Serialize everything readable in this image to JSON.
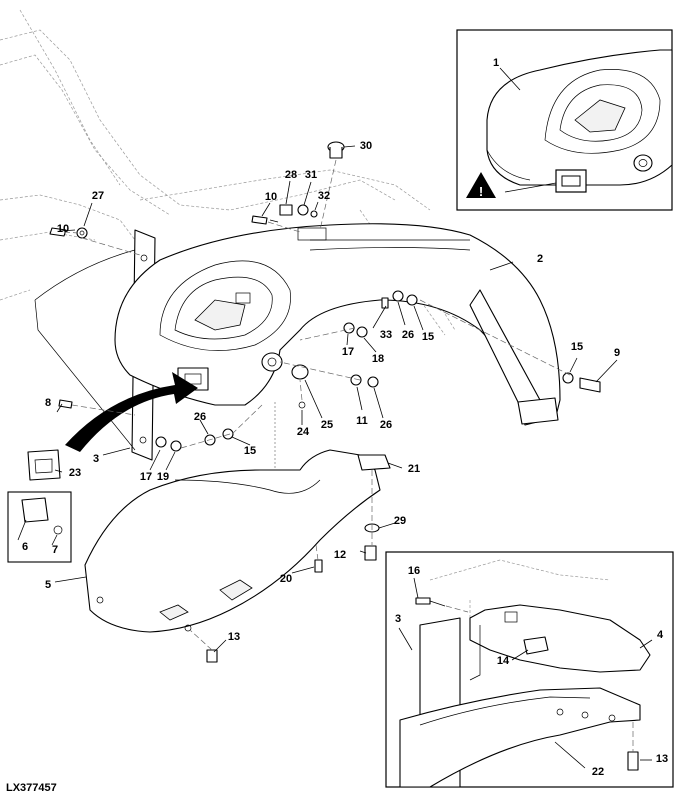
{
  "figure_code": "LX377457",
  "warning_symbol": "!",
  "callouts": [
    {
      "id": "c1",
      "label": "1"
    },
    {
      "id": "c2",
      "label": "2"
    },
    {
      "id": "c3",
      "label": "3"
    },
    {
      "id": "c3b",
      "label": "3"
    },
    {
      "id": "c4",
      "label": "4"
    },
    {
      "id": "c5",
      "label": "5"
    },
    {
      "id": "c6",
      "label": "6"
    },
    {
      "id": "c7",
      "label": "7"
    },
    {
      "id": "c8",
      "label": "8"
    },
    {
      "id": "c9",
      "label": "9"
    },
    {
      "id": "c10a",
      "label": "10"
    },
    {
      "id": "c10b",
      "label": "10"
    },
    {
      "id": "c11",
      "label": "11"
    },
    {
      "id": "c12",
      "label": "12"
    },
    {
      "id": "c13a",
      "label": "13"
    },
    {
      "id": "c13b",
      "label": "13"
    },
    {
      "id": "c14",
      "label": "14"
    },
    {
      "id": "c15a",
      "label": "15"
    },
    {
      "id": "c15b",
      "label": "15"
    },
    {
      "id": "c15c",
      "label": "15"
    },
    {
      "id": "c16",
      "label": "16"
    },
    {
      "id": "c17a",
      "label": "17"
    },
    {
      "id": "c17b",
      "label": "17"
    },
    {
      "id": "c18",
      "label": "18"
    },
    {
      "id": "c19",
      "label": "19"
    },
    {
      "id": "c20",
      "label": "20"
    },
    {
      "id": "c21",
      "label": "21"
    },
    {
      "id": "c22",
      "label": "22"
    },
    {
      "id": "c23",
      "label": "23"
    },
    {
      "id": "c24",
      "label": "24"
    },
    {
      "id": "c25",
      "label": "25"
    },
    {
      "id": "c26a",
      "label": "26"
    },
    {
      "id": "c26b",
      "label": "26"
    },
    {
      "id": "c26c",
      "label": "26"
    },
    {
      "id": "c27",
      "label": "27"
    },
    {
      "id": "c28",
      "label": "28"
    },
    {
      "id": "c29",
      "label": "29"
    },
    {
      "id": "c30",
      "label": "30"
    },
    {
      "id": "c31",
      "label": "31"
    },
    {
      "id": "c32",
      "label": "32"
    },
    {
      "id": "c33",
      "label": "33"
    }
  ]
}
